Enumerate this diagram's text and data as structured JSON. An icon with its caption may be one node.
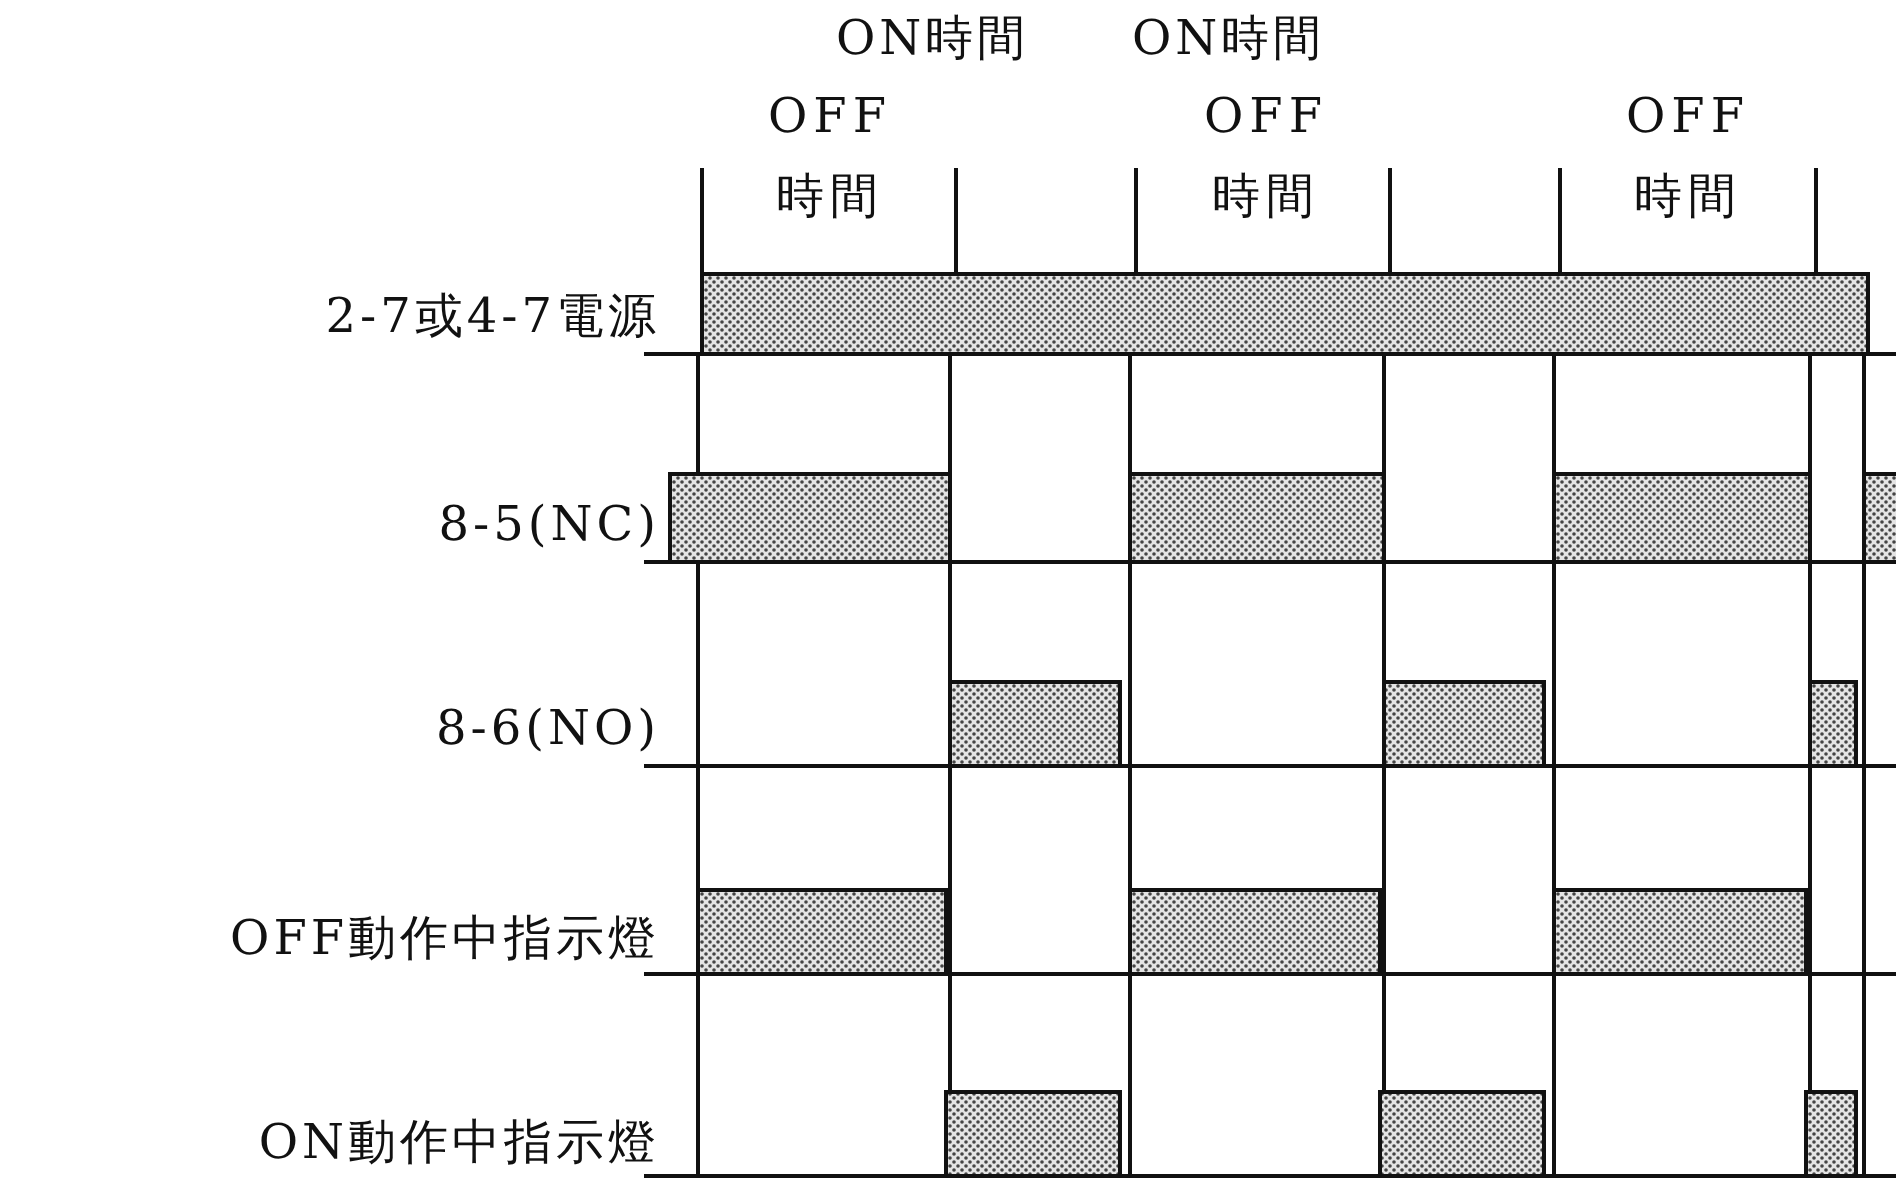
{
  "diagram": {
    "labels": [
      "ON時間",
      "ON時間",
      "OFF時間",
      "OFF時間",
      "OFF時間",
      "2-7或4-7電源",
      "8-5(NC)",
      "8-6(NO)",
      "OFF動作中指示燈",
      "ON動作中指示燈"
    ]
  }
}
